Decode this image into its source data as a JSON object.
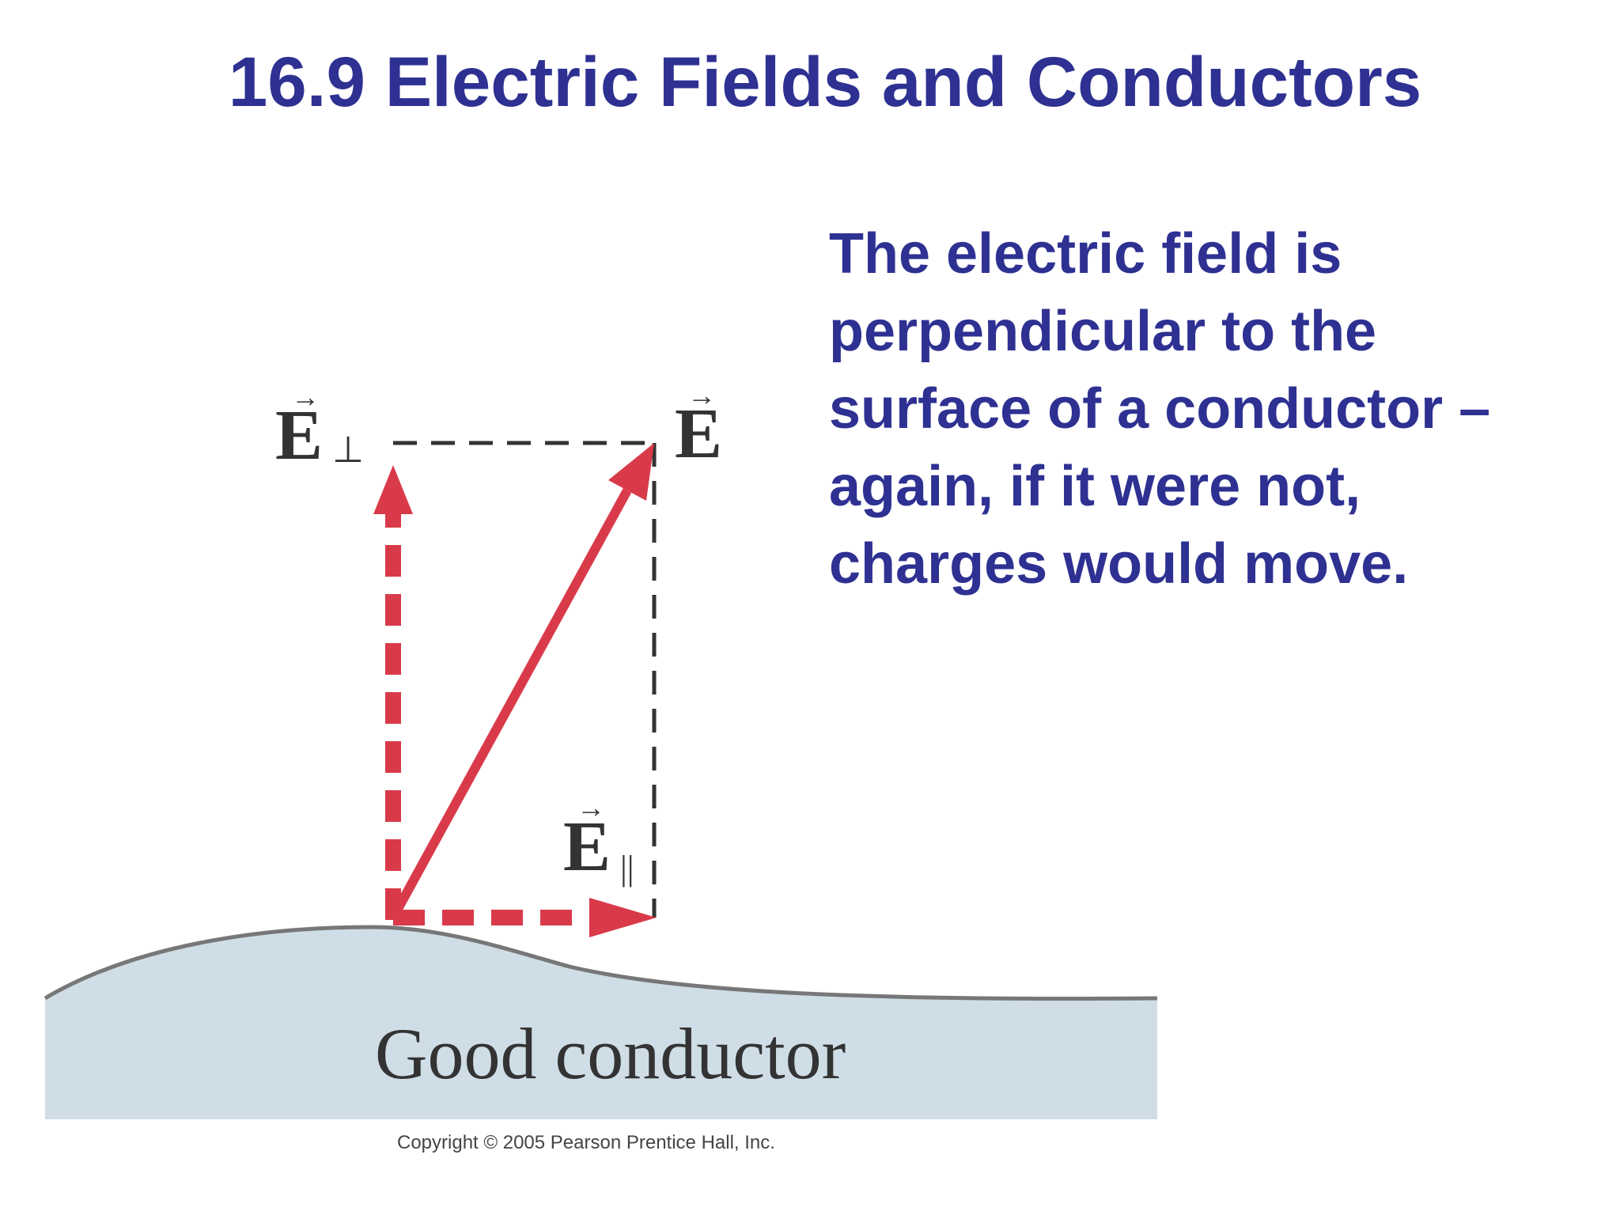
{
  "slide": {
    "title": "16.9 Electric Fields and Conductors",
    "body_lines": [
      "The electric field is",
      "perpendicular to the",
      "surface of a conductor –",
      "again, if it were not,",
      "charges would move."
    ]
  },
  "figure": {
    "vectors": {
      "total": {
        "symbol": "E",
        "arrow_glyph": "→",
        "subscript": ""
      },
      "perpendicular": {
        "symbol": "E",
        "arrow_glyph": "→",
        "subscript": "⊥"
      },
      "parallel": {
        "symbol": "E",
        "arrow_glyph": "→",
        "subscript": "||"
      }
    },
    "conductor_label": "Good conductor",
    "copyright": "Copyright © 2005 Pearson Prentice Hall, Inc."
  },
  "colors": {
    "title": "#2e3192",
    "vector": "#d93a4a",
    "conductor_fill": "#cfdde6",
    "conductor_edge": "#777777",
    "dashed_guide": "#333333"
  }
}
